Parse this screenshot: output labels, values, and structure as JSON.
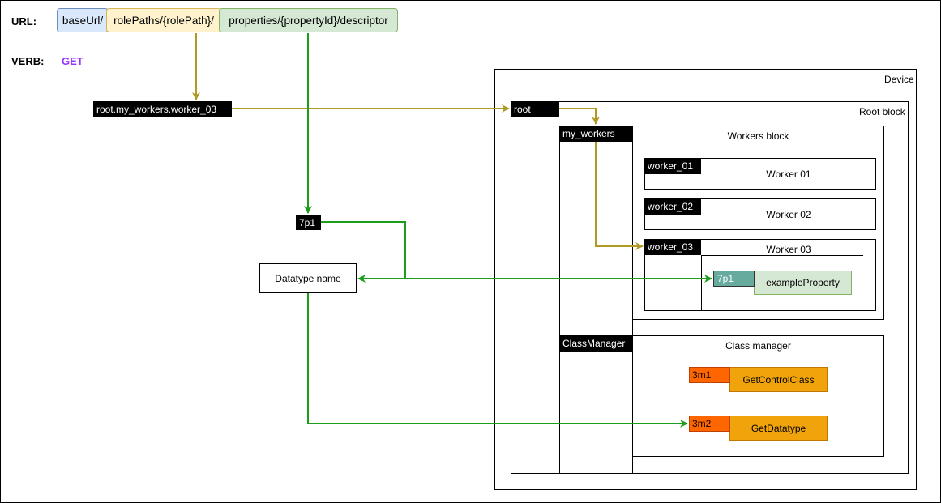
{
  "header": {
    "url_label": "URL:",
    "verb_label": "VERB:",
    "verb_value": "GET",
    "url_segments": [
      "baseUrl/",
      "rolePaths/{rolePath}/",
      "properties/{propertyId}/descriptor"
    ]
  },
  "path": {
    "role_path": "root.my_workers.worker_03",
    "property_id": "7p1"
  },
  "datatype_box": {
    "label": "Datatype name"
  },
  "device": {
    "title": "Device",
    "root_tag": "root",
    "root_block_title": "Root block",
    "workers_tag": "my_workers",
    "workers_block_title": "Workers block",
    "workers": [
      {
        "tag": "worker_01",
        "title": "Worker 01"
      },
      {
        "tag": "worker_02",
        "title": "Worker 02"
      },
      {
        "tag": "worker_03",
        "title": "Worker 03"
      }
    ],
    "property": {
      "tag": "7p1",
      "name": "exampleProperty"
    },
    "class_manager_tag": "ClassManager",
    "class_manager_title": "Class manager",
    "methods": [
      {
        "tag": "3m1",
        "name": "GetControlClass"
      },
      {
        "tag": "3m2",
        "name": "GetDatatype"
      }
    ]
  },
  "colors": {
    "segment_fills": [
      "#dae8fc",
      "#fff2cc",
      "#d5e8d4"
    ],
    "segment_strokes": [
      "#6c8ebf",
      "#d6b656",
      "#82b366"
    ],
    "verb": "#9933ff",
    "olive_wire": "#b09a26",
    "green_wire": "#1c9e1c",
    "property_tag": "#67ab9f",
    "property_fill": "#d5e8d4",
    "method_tag": "#ff6600",
    "method_fill": "#f0a30a"
  }
}
